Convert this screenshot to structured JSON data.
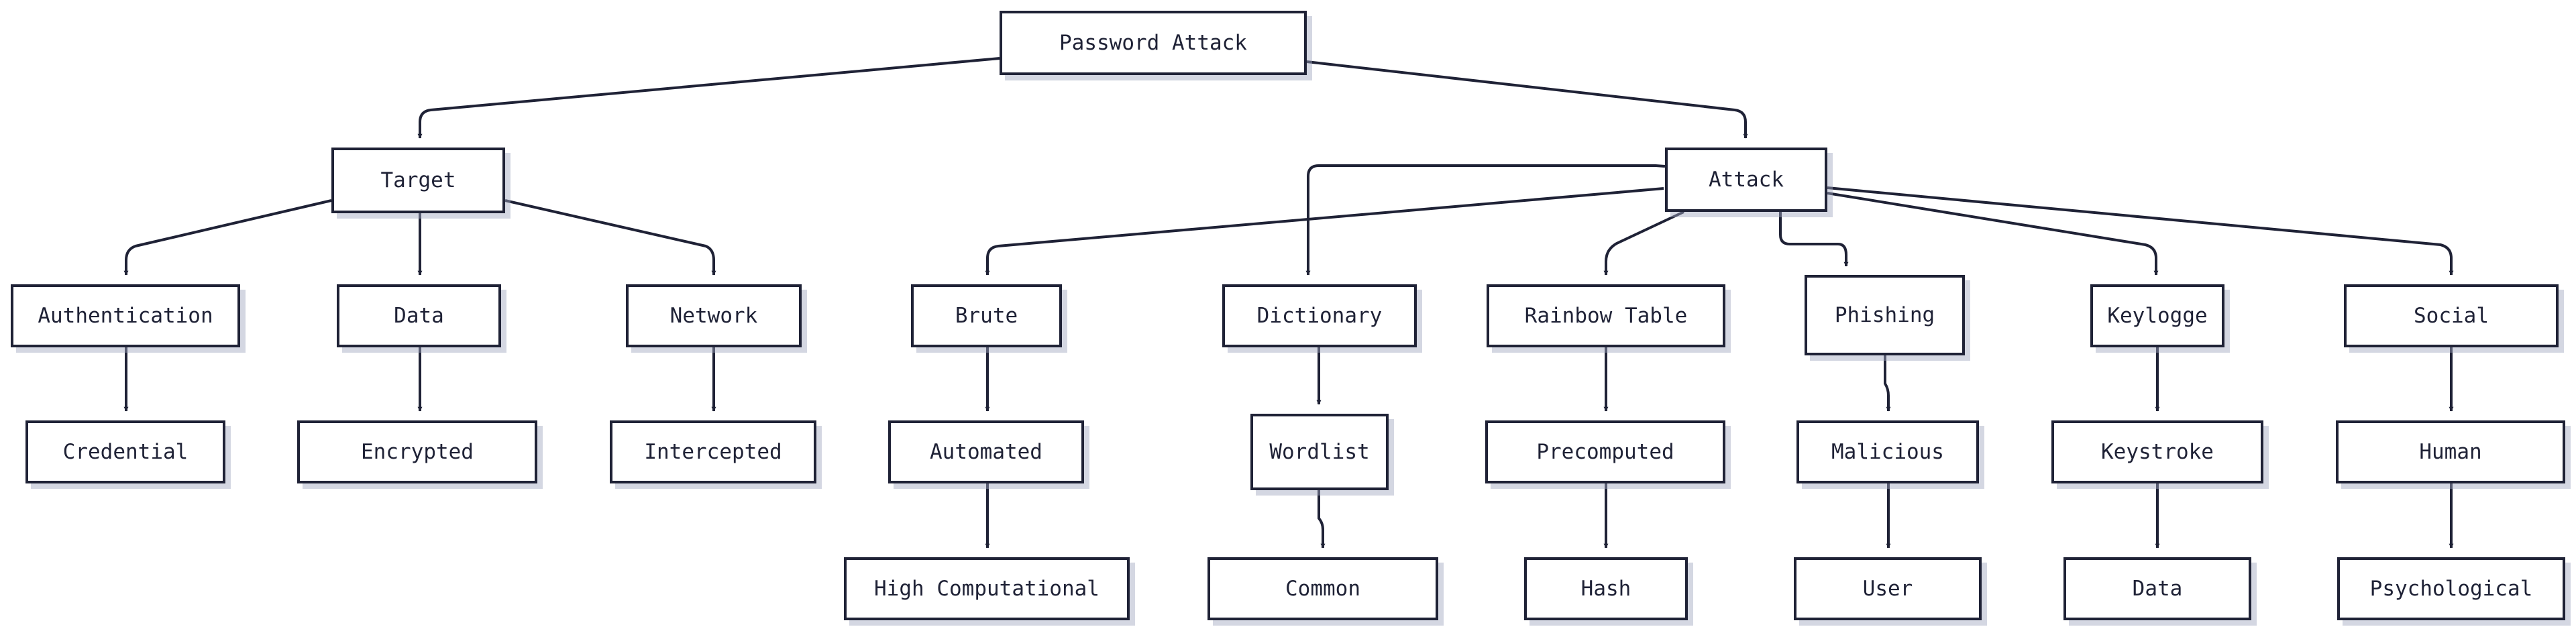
{
  "diagram": {
    "line_color": "#1f2236",
    "nodes": {
      "root": "Password Attack",
      "target": "Target",
      "attack": "Attack",
      "authentication": "Authentication",
      "data_target": "Data",
      "network": "Network",
      "credential": "Credential",
      "encrypted": "Encrypted",
      "intercepted": "Intercepted",
      "brute": "Brute",
      "dictionary": "Dictionary",
      "rainbow": "Rainbow Table",
      "phishing": "Phishing",
      "keylogge": "Keylogge",
      "social": "Social",
      "automated": "Automated",
      "wordlist": "Wordlist",
      "precomputed": "Precomputed",
      "malicious": "Malicious",
      "keystroke": "Keystroke",
      "human": "Human",
      "high_comp": "High Computational",
      "common": "Common",
      "hash": "Hash",
      "user": "User",
      "data_leaf": "Data",
      "psychological": "Psychological"
    }
  }
}
